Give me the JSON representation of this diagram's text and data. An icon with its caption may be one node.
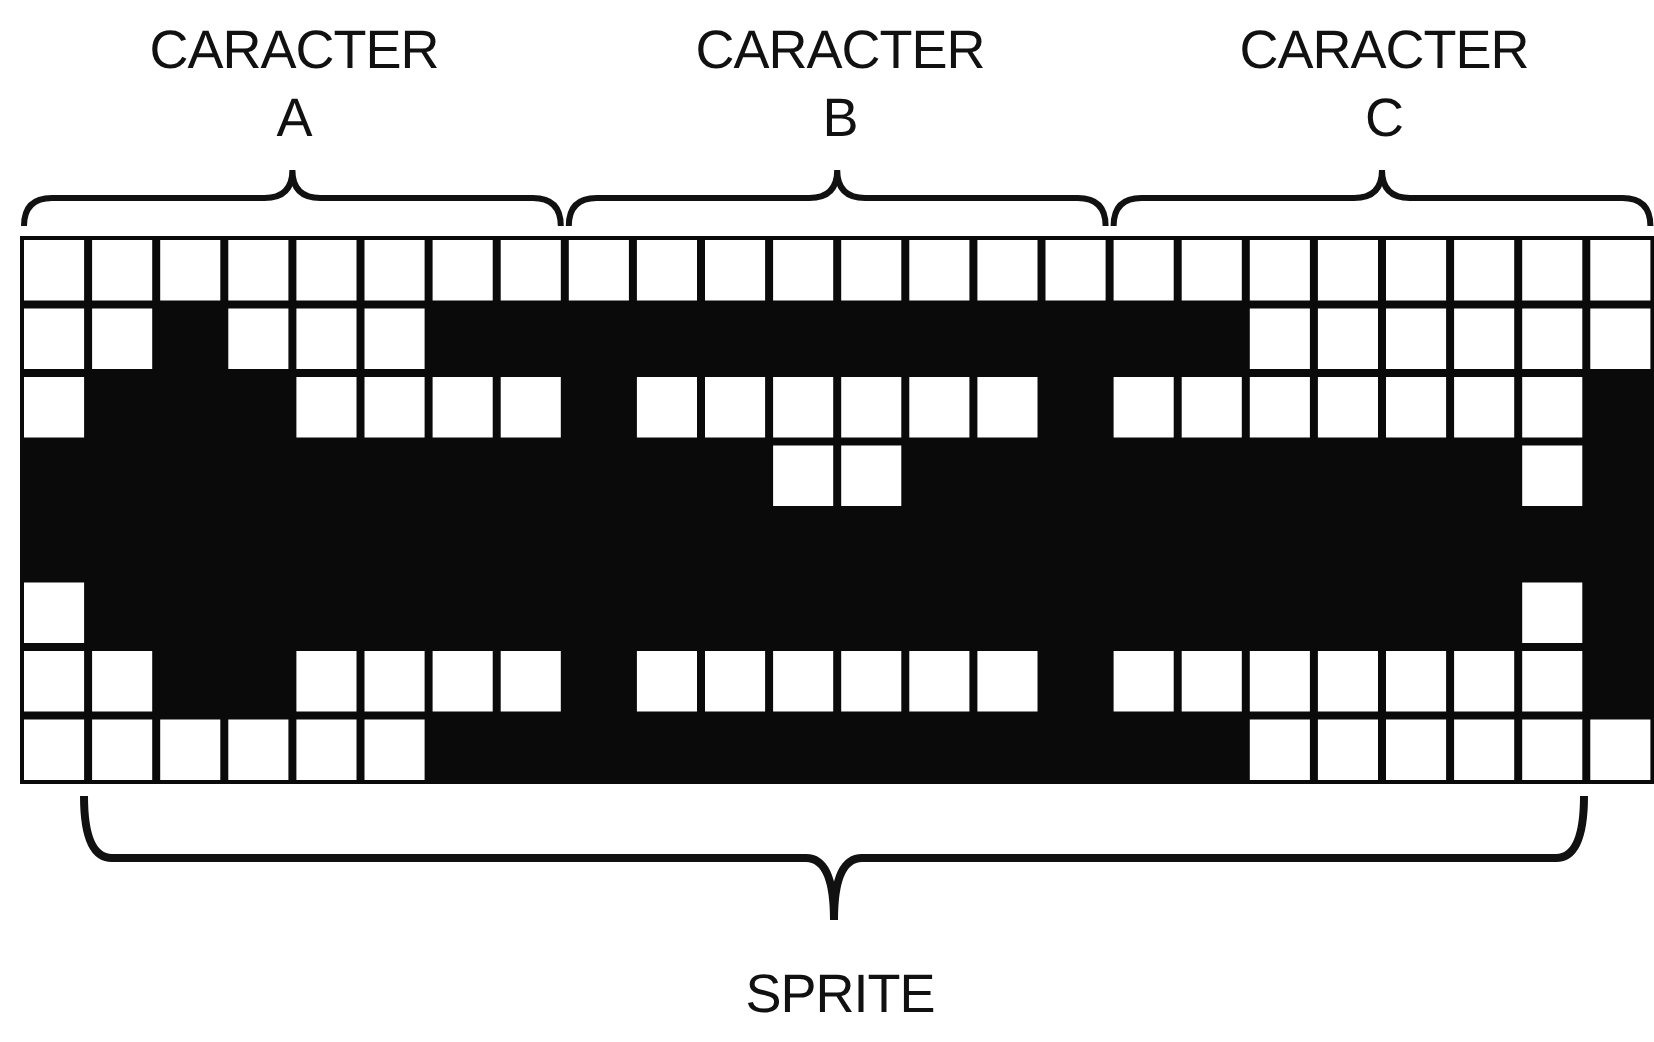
{
  "diagram": {
    "labels": [
      "CARACTER A",
      "CARACTER B",
      "CARACTER C",
      "SPRITE"
    ]
  }
}
